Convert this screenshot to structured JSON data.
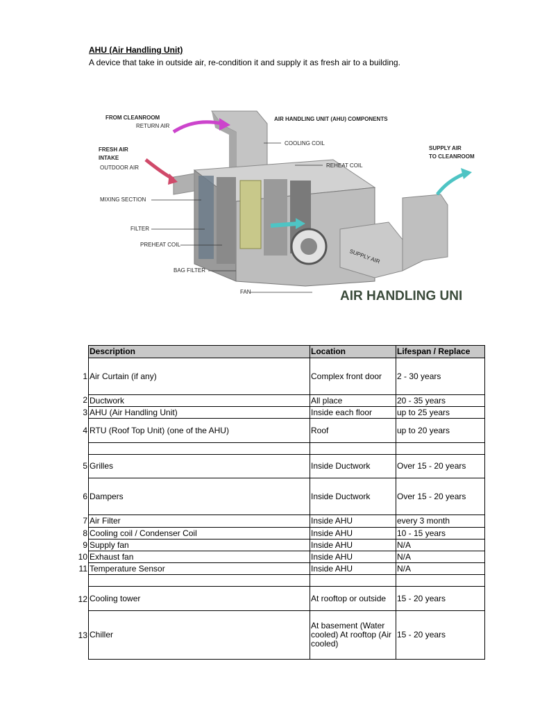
{
  "document": {
    "heading": "AHU (Air Handling Unit)",
    "intro": "A device that take in outside air, re-condition it and supply it as fresh air to a building."
  },
  "diagram": {
    "labels": {
      "from_cleanroom": "FROM CLEANROOM",
      "return_air": "RETURN AIR",
      "components_title": "AIR HANDLING UNIT (AHU) COMPONENTS",
      "fresh_air": "FRESH AIR",
      "intake": "INTAKE",
      "outdoor_air": "OUTDOOR AIR",
      "cooling_coil": "COOLING COIL",
      "reheat_coil": "REHEAT COIL",
      "supply_air_to": "SUPPLY AIR",
      "to_cleanroom": "TO CLEANROOM",
      "mixing_section": "MIXING SECTION",
      "filter": "FILTER",
      "preheat_coil": "PREHEAT COIL",
      "bag_filter": "BAG FILTER",
      "fan": "FAN",
      "supply_air_duct": "SUPPLY AIR",
      "footer_title": "AIR HANDLING UNI"
    },
    "colors": {
      "return_arrow": "#cc44cc",
      "intake_arrow": "#d04a6a",
      "supply_arrow": "#4ec4c4",
      "unit_grey": "#9a9a9a",
      "coil_yellow": "#c8c88a",
      "title_green": "#3a4a3a"
    }
  },
  "table": {
    "headers": [
      "Description",
      "Location",
      "Lifespan / Replace"
    ],
    "rows": [
      {
        "num": "1",
        "description": "Air Curtain (if any)",
        "location": "Complex front door",
        "lifespan": "2 - 30 years"
      },
      {
        "num": "2",
        "description": "Ductwork",
        "location": "All place",
        "lifespan": "20 - 35 years"
      },
      {
        "num": "3",
        "description": "AHU (Air Handling Unit)",
        "location": "Inside each floor",
        "lifespan": "up to 25 years"
      },
      {
        "num": "4",
        "description": "RTU (Roof Top Unit) (one of the AHU)",
        "location": "Roof",
        "lifespan": "up to 20 years"
      },
      {
        "num": "",
        "description": "",
        "location": "",
        "lifespan": ""
      },
      {
        "num": "5",
        "description": "Grilles",
        "location": "Inside Ductwork",
        "lifespan": "Over 15 - 20 years"
      },
      {
        "num": "6",
        "description": "Dampers",
        "location": "Inside Ductwork",
        "lifespan": "Over 15 - 20 years"
      },
      {
        "num": "7",
        "description": "Air Filter",
        "location": "Inside AHU",
        "lifespan": "every 3 month"
      },
      {
        "num": "8",
        "description": "Cooling coil / Condenser Coil",
        "location": "Inside AHU",
        "lifespan": "10 - 15 years"
      },
      {
        "num": "9",
        "description": "Supply fan",
        "location": "Inside AHU",
        "lifespan": "N/A"
      },
      {
        "num": "10",
        "description": "Exhaust fan",
        "location": "Inside AHU",
        "lifespan": "N/A"
      },
      {
        "num": "11",
        "description": "Temperature Sensor",
        "location": "Inside AHU",
        "lifespan": "N/A"
      },
      {
        "num": "",
        "description": "",
        "location": "",
        "lifespan": ""
      },
      {
        "num": "12",
        "description": "Cooling tower",
        "location": "At rooftop or outside",
        "lifespan": "15 - 20 years"
      },
      {
        "num": "13",
        "description": "Chiller",
        "location": "At basement (Water cooled) At rooftop (Air cooled)",
        "lifespan": "15 - 20 years"
      }
    ]
  }
}
